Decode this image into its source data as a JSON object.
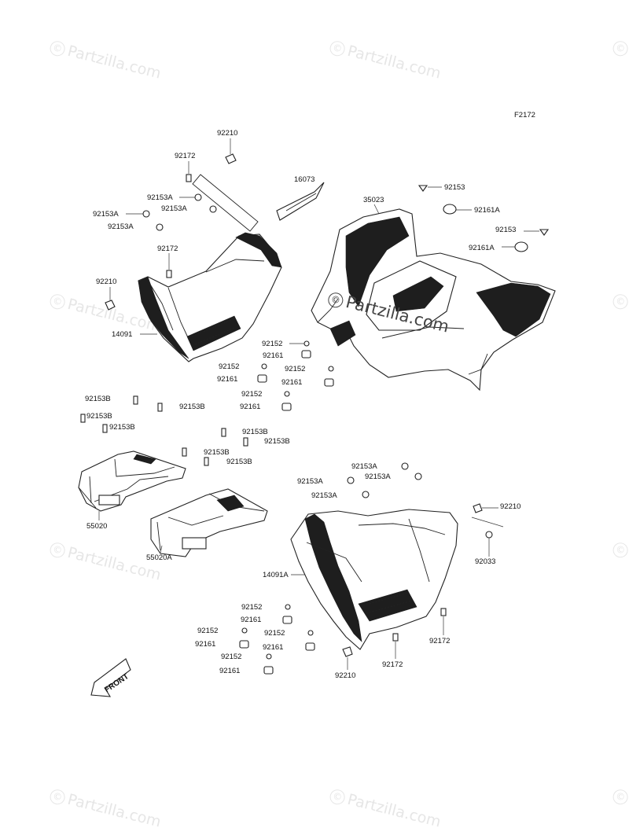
{
  "figure_code": "F2172",
  "watermark_text": "Partzilla.com",
  "watermark_symbol": "©",
  "front_arrow_label": "FRONT",
  "labels": {
    "p92210_a": "92210",
    "p92172_a": "92172",
    "p92153A_a": "92153A",
    "p92153A_b": "92153A",
    "p92153A_c": "92153A",
    "p92153A_d": "92153A",
    "p92172_b": "92172",
    "p92210_b": "92210",
    "p14091": "14091",
    "p16073": "16073",
    "p35023": "35023",
    "p92153_a": "92153",
    "p92161A_a": "92161A",
    "p92153_b": "92153",
    "p92161A_b": "92161A",
    "p92152_a": "92152",
    "p92161_a": "92161",
    "p92152_b": "92152",
    "p92161_b": "92161",
    "p92152_c": "92152",
    "p92161_c": "92161",
    "p92152_d": "92152",
    "p92161_d": "92161",
    "p92153B_a": "92153B",
    "p92153B_b": "92153B",
    "p92153B_c": "92153B",
    "p92153B_d": "92153B",
    "p92153B_e": "92153B",
    "p92153B_f": "92153B",
    "p92153B_g": "92153B",
    "p92153B_h": "92153B",
    "p55020": "55020",
    "p55020A": "55020A",
    "p92153A_e": "92153A",
    "p92153A_f": "92153A",
    "p92153A_g": "92153A",
    "p92153A_h": "92153A",
    "p92210_c": "92210",
    "p14091A": "14091A",
    "p92033": "92033",
    "p92152_e": "92152",
    "p92161_e": "92161",
    "p92152_f": "92152",
    "p92152_g": "92152",
    "p92161_f": "92161",
    "p92161_g": "92161",
    "p92152_h": "92152",
    "p92161_h": "92161",
    "p92172_c": "92172",
    "p92172_d": "92172",
    "p92210_d": "92210"
  }
}
